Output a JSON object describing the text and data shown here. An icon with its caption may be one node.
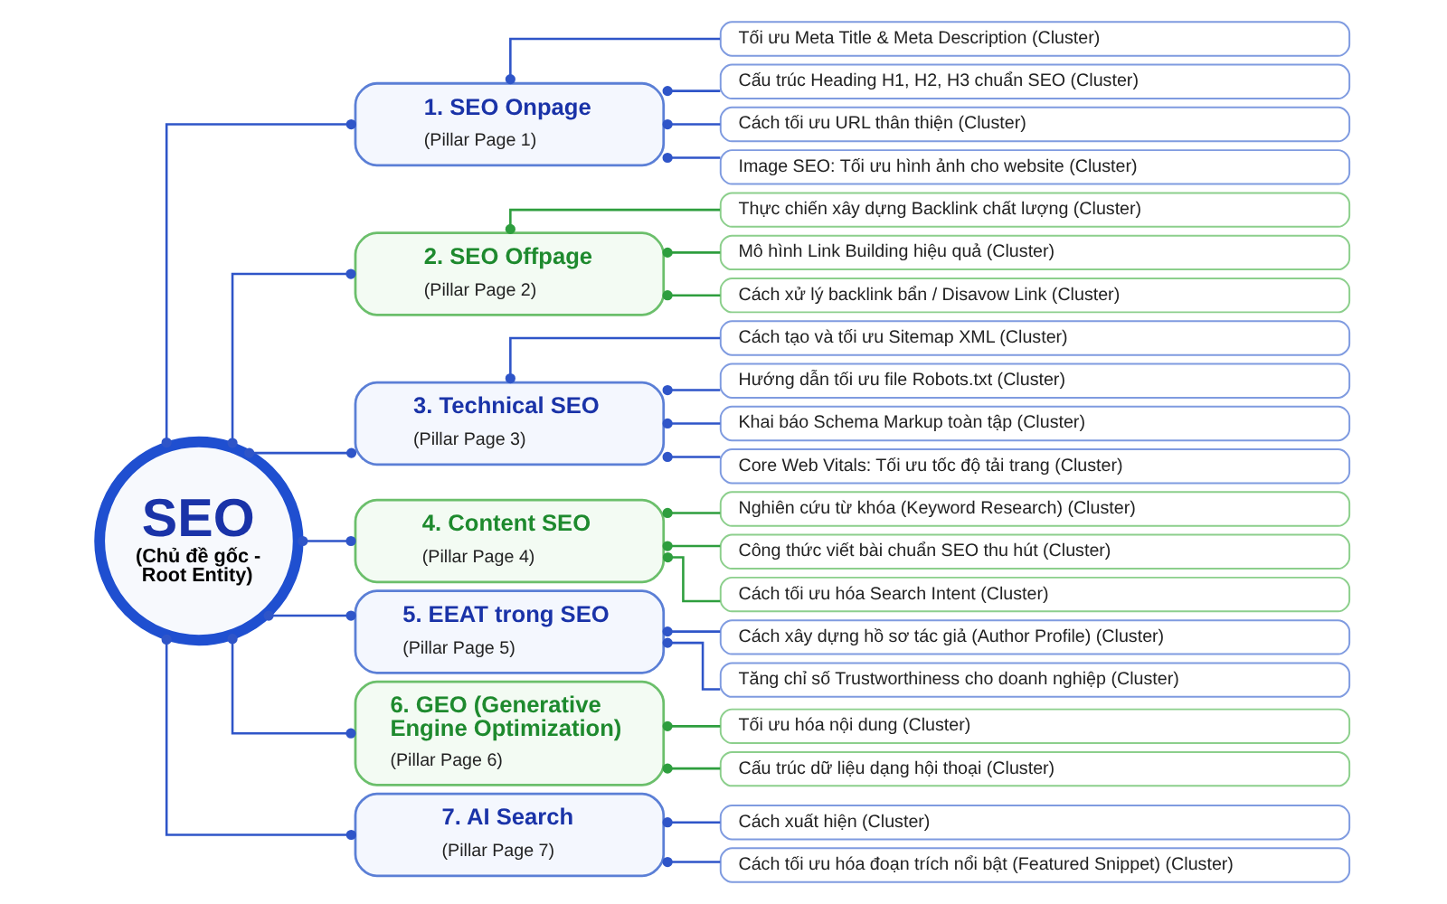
{
  "diagram": {
    "nodes": [
      {
        "text": [
          "SEO",
          "(Chủ đề gốc - Root Entity)"
        ]
      },
      {
        "text": [
          "1. SEO Onpage",
          "(Pillar Page 1)"
        ]
      },
      {
        "text": [
          "Tối ưu Meta Title & Meta Description (Cluster)"
        ]
      },
      {
        "text": [
          "Cấu trúc Heading H1, H2, H3 chuẩn SEO (Cluster)"
        ]
      },
      {
        "text": [
          "Cách tối ưu URL thân thiện (Cluster)"
        ]
      },
      {
        "text": [
          "Image SEO: Tối ưu hình ảnh cho website (Cluster)"
        ]
      },
      {
        "text": [
          "2. SEO Offpage",
          "(Pillar Page 2)"
        ]
      },
      {
        "text": [
          "Thực chiến xây dựng Backlink chất lượng (Cluster)"
        ]
      },
      {
        "text": [
          "Mô hình Link Building hiệu quả (Cluster)"
        ]
      },
      {
        "text": [
          "Cách xử lý backlink bẩn / Disavow Link (Cluster)"
        ]
      },
      {
        "text": [
          "3. Technical SEO",
          "(Pillar Page 3)"
        ]
      },
      {
        "text": [
          "Cách tạo và tối ưu Sitemap XML (Cluster)"
        ]
      },
      {
        "text": [
          "Hướng dẫn tối ưu file Robots.txt (Cluster)"
        ]
      },
      {
        "text": [
          "Khai báo Schema Markup toàn tập (Cluster)"
        ]
      },
      {
        "text": [
          "Core Web Vitals: Tối ưu tốc độ tải trang (Cluster)"
        ]
      },
      {
        "text": [
          "4. Content SEO",
          "(Pillar Page 4)"
        ]
      },
      {
        "text": [
          "Nghiên cứu từ khóa (Keyword Research) (Cluster)"
        ]
      },
      {
        "text": [
          "Công thức viết bài chuẩn SEO thu hút (Cluster)"
        ]
      },
      {
        "text": [
          "Cách tối ưu hóa Search Intent (Cluster)"
        ]
      },
      {
        "text": [
          "5. EEAT trong SEO",
          "(Pillar Page 5)"
        ]
      },
      {
        "text": [
          "Cách xây dựng hồ sơ tác giả (Author Profile) (Cluster)"
        ]
      },
      {
        "text": [
          "Tăng chỉ số Trustworthiness cho doanh nghiệp (Cluster)"
        ]
      },
      {
        "text": [
          "6. GEO (Generative Engine Optimization)",
          "(Pillar Page 6)"
        ]
      },
      {
        "text": [
          "Tối ưu hóa nội dung (Cluster)"
        ]
      },
      {
        "text": [
          "Cấu trúc dữ liệu dạng hội thoại (Cluster)"
        ]
      },
      {
        "text": [
          "7. AI Search",
          "(Pillar Page 7)"
        ]
      },
      {
        "text": [
          "Cách xuất hiện (Cluster)"
        ]
      },
      {
        "text": [
          "Cách tối ưu hóa đoạn trích nổi bật (Featured Snippet) (Cluster)"
        ]
      }
    ],
    "edges": [
      {
        "from": 0,
        "to": 1,
        "arrow": "other"
      },
      {
        "from": 1,
        "to": 2,
        "arrow": "other"
      },
      {
        "from": 1,
        "to": 3,
        "arrow": "other"
      },
      {
        "from": 1,
        "to": 4,
        "arrow": "other"
      },
      {
        "from": 1,
        "to": 5,
        "arrow": "other"
      },
      {
        "from": 0,
        "to": 6,
        "arrow": "other"
      },
      {
        "from": 6,
        "to": 7,
        "arrow": "other",
        "color": "#2e9e3e"
      },
      {
        "from": 6,
        "to": 8,
        "arrow": "other",
        "color": "#2e9e3e"
      },
      {
        "from": 6,
        "to": 9,
        "arrow": "other",
        "color": "#2e9e3e"
      },
      {
        "from": 0,
        "to": 10,
        "arrow": "other"
      },
      {
        "from": 10,
        "to": 11,
        "arrow": "other"
      },
      {
        "from": 10,
        "to": 12,
        "arrow": "other"
      },
      {
        "from": 10,
        "to": 13,
        "arrow": "other"
      },
      {
        "from": 10,
        "to": 14,
        "arrow": "other"
      },
      {
        "from": 0,
        "to": 15,
        "arrow": "other"
      },
      {
        "from": 15,
        "to": 16,
        "arrow": "other",
        "color": "#2e9e3e"
      },
      {
        "from": 15,
        "to": 17,
        "arrow": "other",
        "color": "#2e9e3e"
      },
      {
        "from": 15,
        "to": 18,
        "arrow": "other",
        "color": "#2e9e3e"
      },
      {
        "from": 0,
        "to": 19,
        "arrow": "other"
      },
      {
        "from": 19,
        "to": 20,
        "arrow": "other"
      },
      {
        "from": 19,
        "to": 21,
        "arrow": "other"
      },
      {
        "from": 0,
        "to": 22,
        "arrow": "other"
      },
      {
        "from": 22,
        "to": 23,
        "arrow": "other",
        "color": "#2e9e3e"
      },
      {
        "from": 22,
        "to": 24,
        "arrow": "other",
        "color": "#2e9e3e"
      },
      {
        "from": 0,
        "to": 25,
        "arrow": "other"
      },
      {
        "from": 25,
        "to": 26,
        "arrow": "other"
      },
      {
        "from": 25,
        "to": 27,
        "arrow": "other"
      }
    ]
  }
}
